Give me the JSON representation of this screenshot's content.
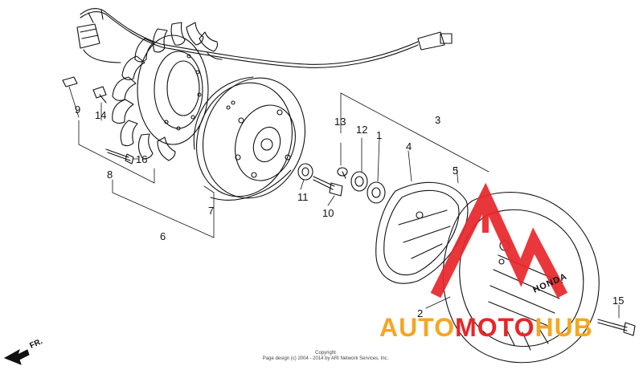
{
  "callouts": [
    {
      "id": "1",
      "text": "1"
    },
    {
      "id": "2",
      "text": "2"
    },
    {
      "id": "3",
      "text": "3"
    },
    {
      "id": "4",
      "text": "4"
    },
    {
      "id": "5",
      "text": "5"
    },
    {
      "id": "6",
      "text": "6"
    },
    {
      "id": "7",
      "text": "7"
    },
    {
      "id": "8",
      "text": "8"
    },
    {
      "id": "9",
      "text": "9"
    },
    {
      "id": "10",
      "text": "10"
    },
    {
      "id": "11",
      "text": "11"
    },
    {
      "id": "12",
      "text": "12"
    },
    {
      "id": "13",
      "text": "13"
    },
    {
      "id": "14",
      "text": "14"
    },
    {
      "id": "15",
      "text": "15"
    },
    {
      "id": "16",
      "text": "16"
    }
  ],
  "direction_label": "FR.",
  "cover_emblem": "HONDA",
  "copyright": {
    "line1": "Copyright",
    "line2": "Page design (c) 2004 - 2014 by ARI Network Services, Inc."
  },
  "watermark": {
    "part1": "AUTO",
    "part2": "MOTO",
    "part3": "HUB",
    "color_orange": "#f5a623",
    "color_red": "#e8262a"
  }
}
